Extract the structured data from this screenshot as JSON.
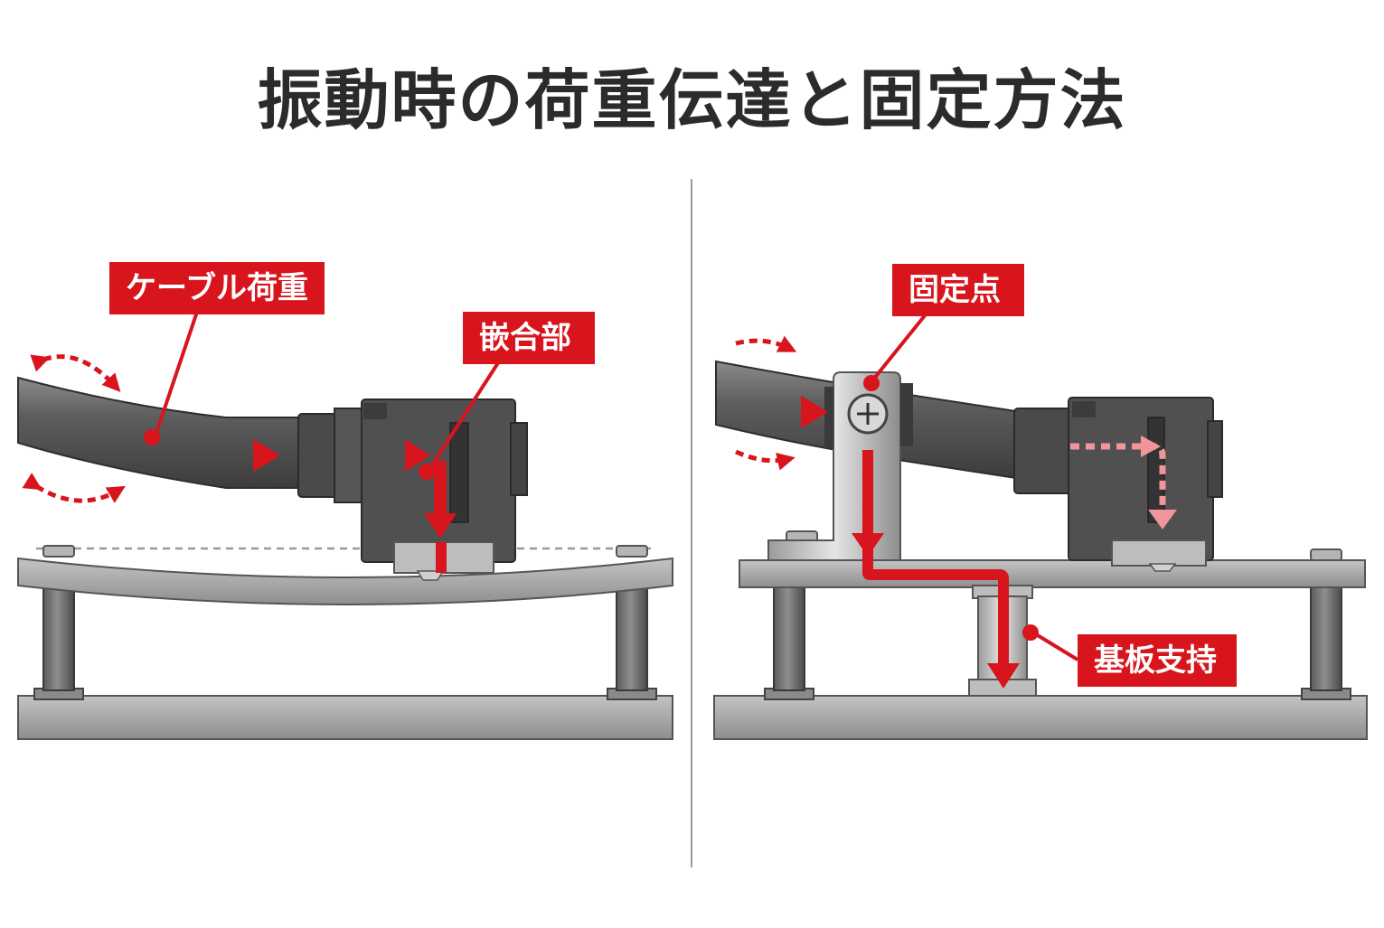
{
  "title": "振動時の荷重伝達と固定方法",
  "labels": {
    "cable_load": "ケーブル荷重",
    "fitting_part": "嵌合部",
    "fixing_point": "固定点",
    "board_support": "基板支持"
  },
  "colors": {
    "accent_red": "#d8141c",
    "cable": "#5a5a5a",
    "connector": "#4a4a4a",
    "board": "#a9a9a9",
    "base": "#9e9e9e",
    "divider": "#9c9c9c"
  },
  "icons": [
    "load-arrow",
    "vibration-arrow",
    "screw-icon"
  ]
}
